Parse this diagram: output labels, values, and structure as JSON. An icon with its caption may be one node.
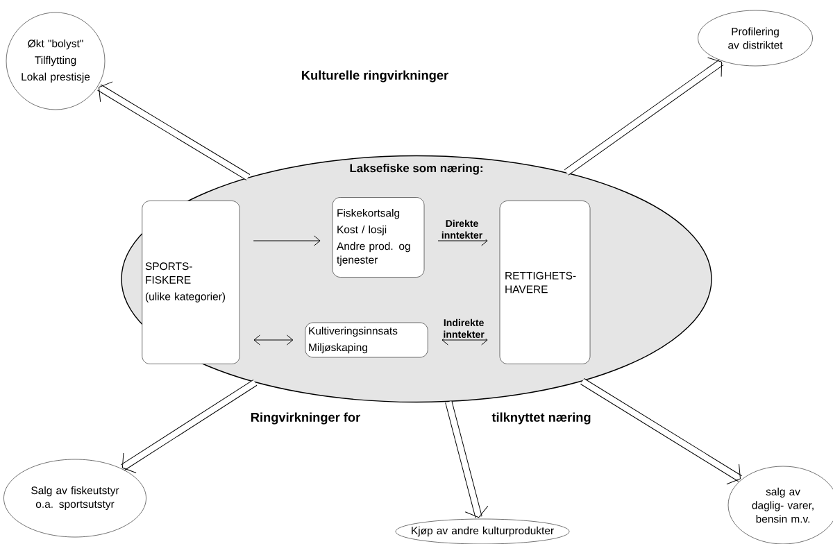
{
  "diagram": {
    "nodes": [
      {
        "text": [
          "Laksefiske som næring:"
        ]
      },
      {
        "text": [
          "SPORTS- FISKERE",
          "(ulike kategorier)"
        ],
        "in": 0
      },
      {
        "text": [
          "Fiskekortsalg",
          "Kost / losji",
          "Andre prod. og tjenester"
        ],
        "in": 0
      },
      {
        "text": [
          "Kultiveringsinnsats",
          "Miljøskaping"
        ],
        "in": 0
      },
      {
        "text": [
          "RETTIGHETS- HAVERE"
        ],
        "in": 0
      },
      {
        "text": [
          "Økt \"bolyst\"",
          "Tilflytting",
          "Lokal prestisje"
        ]
      },
      {
        "text": [
          "Profilering av distriktet"
        ]
      },
      {
        "text": [
          "Salg av fiskeutstyr o.a. sportsutstyr"
        ]
      },
      {
        "text": [
          "Kjøp av andre kulturprodukter"
        ]
      },
      {
        "text": [
          "salg av daglig- varer, bensin m.v."
        ]
      }
    ],
    "edges": [
      {
        "from": 1,
        "to": 2,
        "arrow": "to"
      },
      {
        "from": 2,
        "to": 4,
        "arrow": "to",
        "label": "Direkte inntekter"
      },
      {
        "from": 1,
        "to": 3,
        "arrow": "both"
      },
      {
        "from": 3,
        "to": 4,
        "arrow": "both",
        "label": "Indirekte inntekter"
      },
      {
        "from": 0,
        "to": 5,
        "arrow": "to"
      },
      {
        "from": 0,
        "to": 6,
        "arrow": "to"
      },
      {
        "from": 0,
        "to": 7,
        "arrow": "to"
      },
      {
        "from": 0,
        "to": 8,
        "arrow": "to"
      },
      {
        "from": 0,
        "to": 9,
        "arrow": "to"
      }
    ],
    "labels": [
      "Kulturelle ringvirkninger",
      "Ringvirkninger for",
      "tilknyttet næring"
    ]
  }
}
